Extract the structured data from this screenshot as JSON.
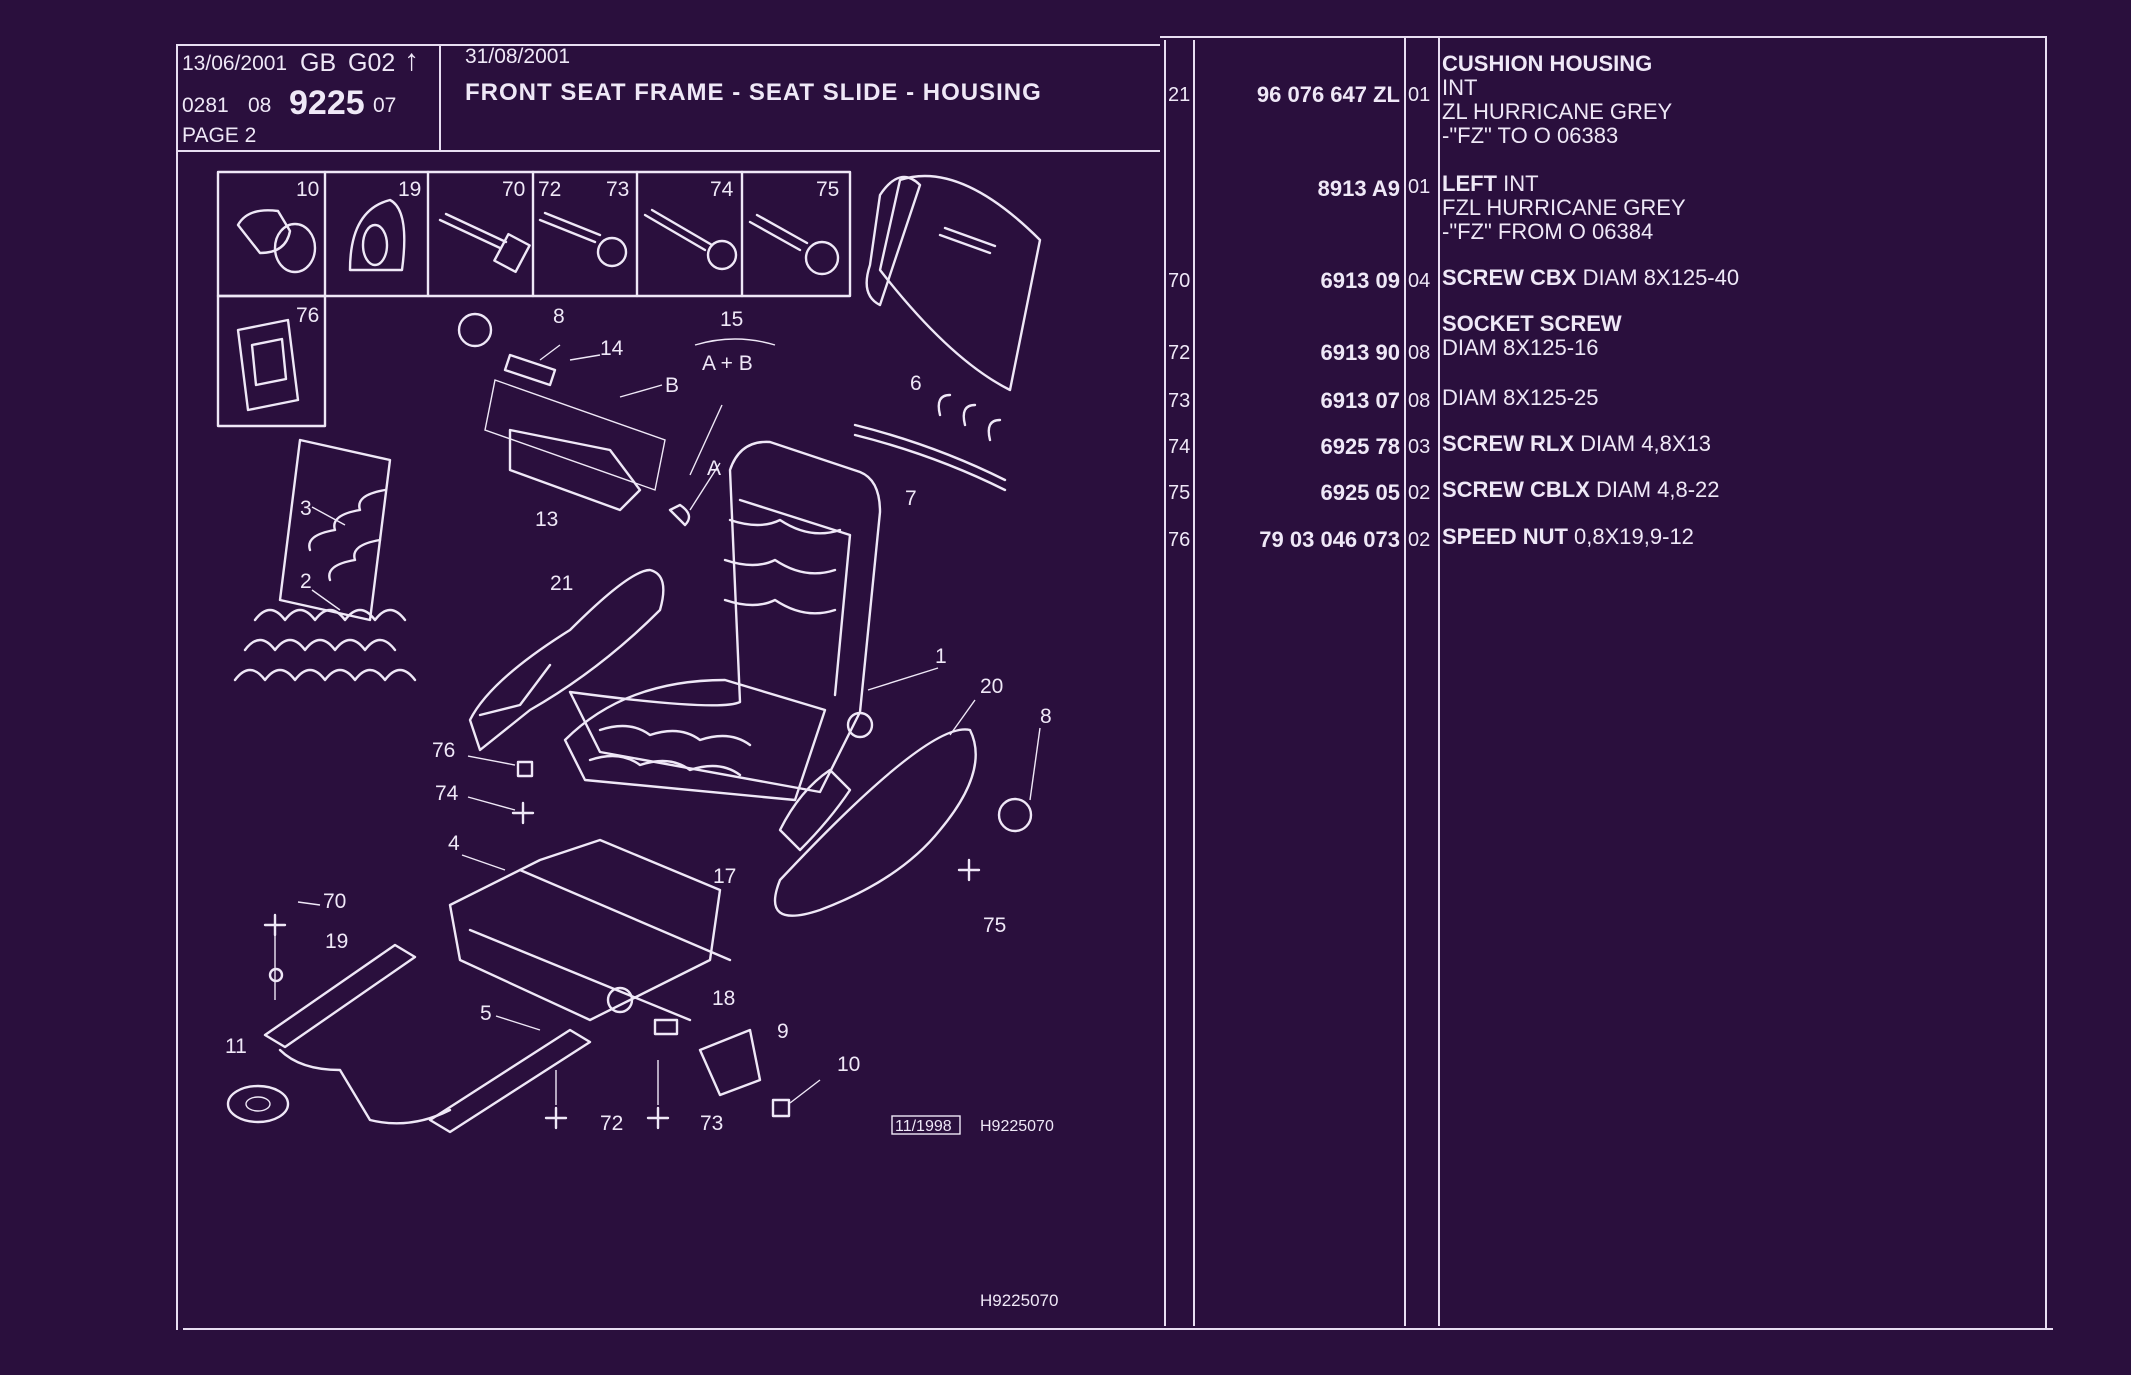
{
  "header": {
    "date1": "13/06/2001",
    "lang": "GB",
    "code": "G02",
    "arrow": "↑",
    "ref_a": "0281",
    "ref_b": "08",
    "group": "9225",
    "ref_c": "07",
    "page": "PAGE 2",
    "date2": "31/08/2001",
    "title": "FRONT SEAT FRAME - SEAT SLIDE - HOUSING"
  },
  "diagram": {
    "box_labels": [
      "10",
      "19",
      "70",
      "72",
      "73",
      "74",
      "75",
      "76"
    ],
    "callouts": [
      "1",
      "2",
      "3",
      "4",
      "5",
      "6",
      "7",
      "8",
      "8",
      "9",
      "10",
      "11",
      "13",
      "14",
      "15",
      "17",
      "18",
      "19",
      "20",
      "21",
      "70",
      "72",
      "73",
      "74",
      "75",
      "76",
      "A",
      "B"
    ],
    "group_label": "A + B",
    "edition": "11/1998",
    "drawing_ref": "H9225070",
    "footer_ref": "H9225070"
  },
  "parts": [
    {
      "ref": "21",
      "part_no": "96 076 647 ZL",
      "qty": "01",
      "name": "CUSHION HOUSING",
      "lines": [
        "INT",
        "ZL HURRICANE GREY",
        "-\"FZ\" TO O 06383"
      ]
    },
    {
      "ref": "",
      "part_no": "8913 A9",
      "qty": "01",
      "name": "LEFT",
      "name_rest": "INT",
      "lines": [
        "FZL HURRICANE GREY",
        "-\"FZ\" FROM O 06384"
      ]
    },
    {
      "ref": "70",
      "part_no": "6913 09",
      "qty": "04",
      "name": "SCREW CBX",
      "name_rest": "DIAM 8X125-40",
      "lines": []
    },
    {
      "ref": "72",
      "part_no": "6913 90",
      "qty": "08",
      "name": "SOCKET SCREW",
      "lines": [
        "DIAM 8X125-16"
      ]
    },
    {
      "ref": "73",
      "part_no": "6913 07",
      "qty": "08",
      "name": "",
      "name_rest": "DIAM 8X125-25",
      "lines": []
    },
    {
      "ref": "74",
      "part_no": "6925 78",
      "qty": "03",
      "name": "SCREW RLX",
      "name_rest": "DIAM 4,8X13",
      "lines": []
    },
    {
      "ref": "75",
      "part_no": "6925 05",
      "qty": "02",
      "name": "SCREW CBLX",
      "name_rest": "DIAM 4,8-22",
      "lines": []
    },
    {
      "ref": "76",
      "part_no": "79 03 046 073",
      "qty": "02",
      "name": "SPEED NUT",
      "name_rest": "0,8X19,9-12",
      "lines": []
    }
  ]
}
